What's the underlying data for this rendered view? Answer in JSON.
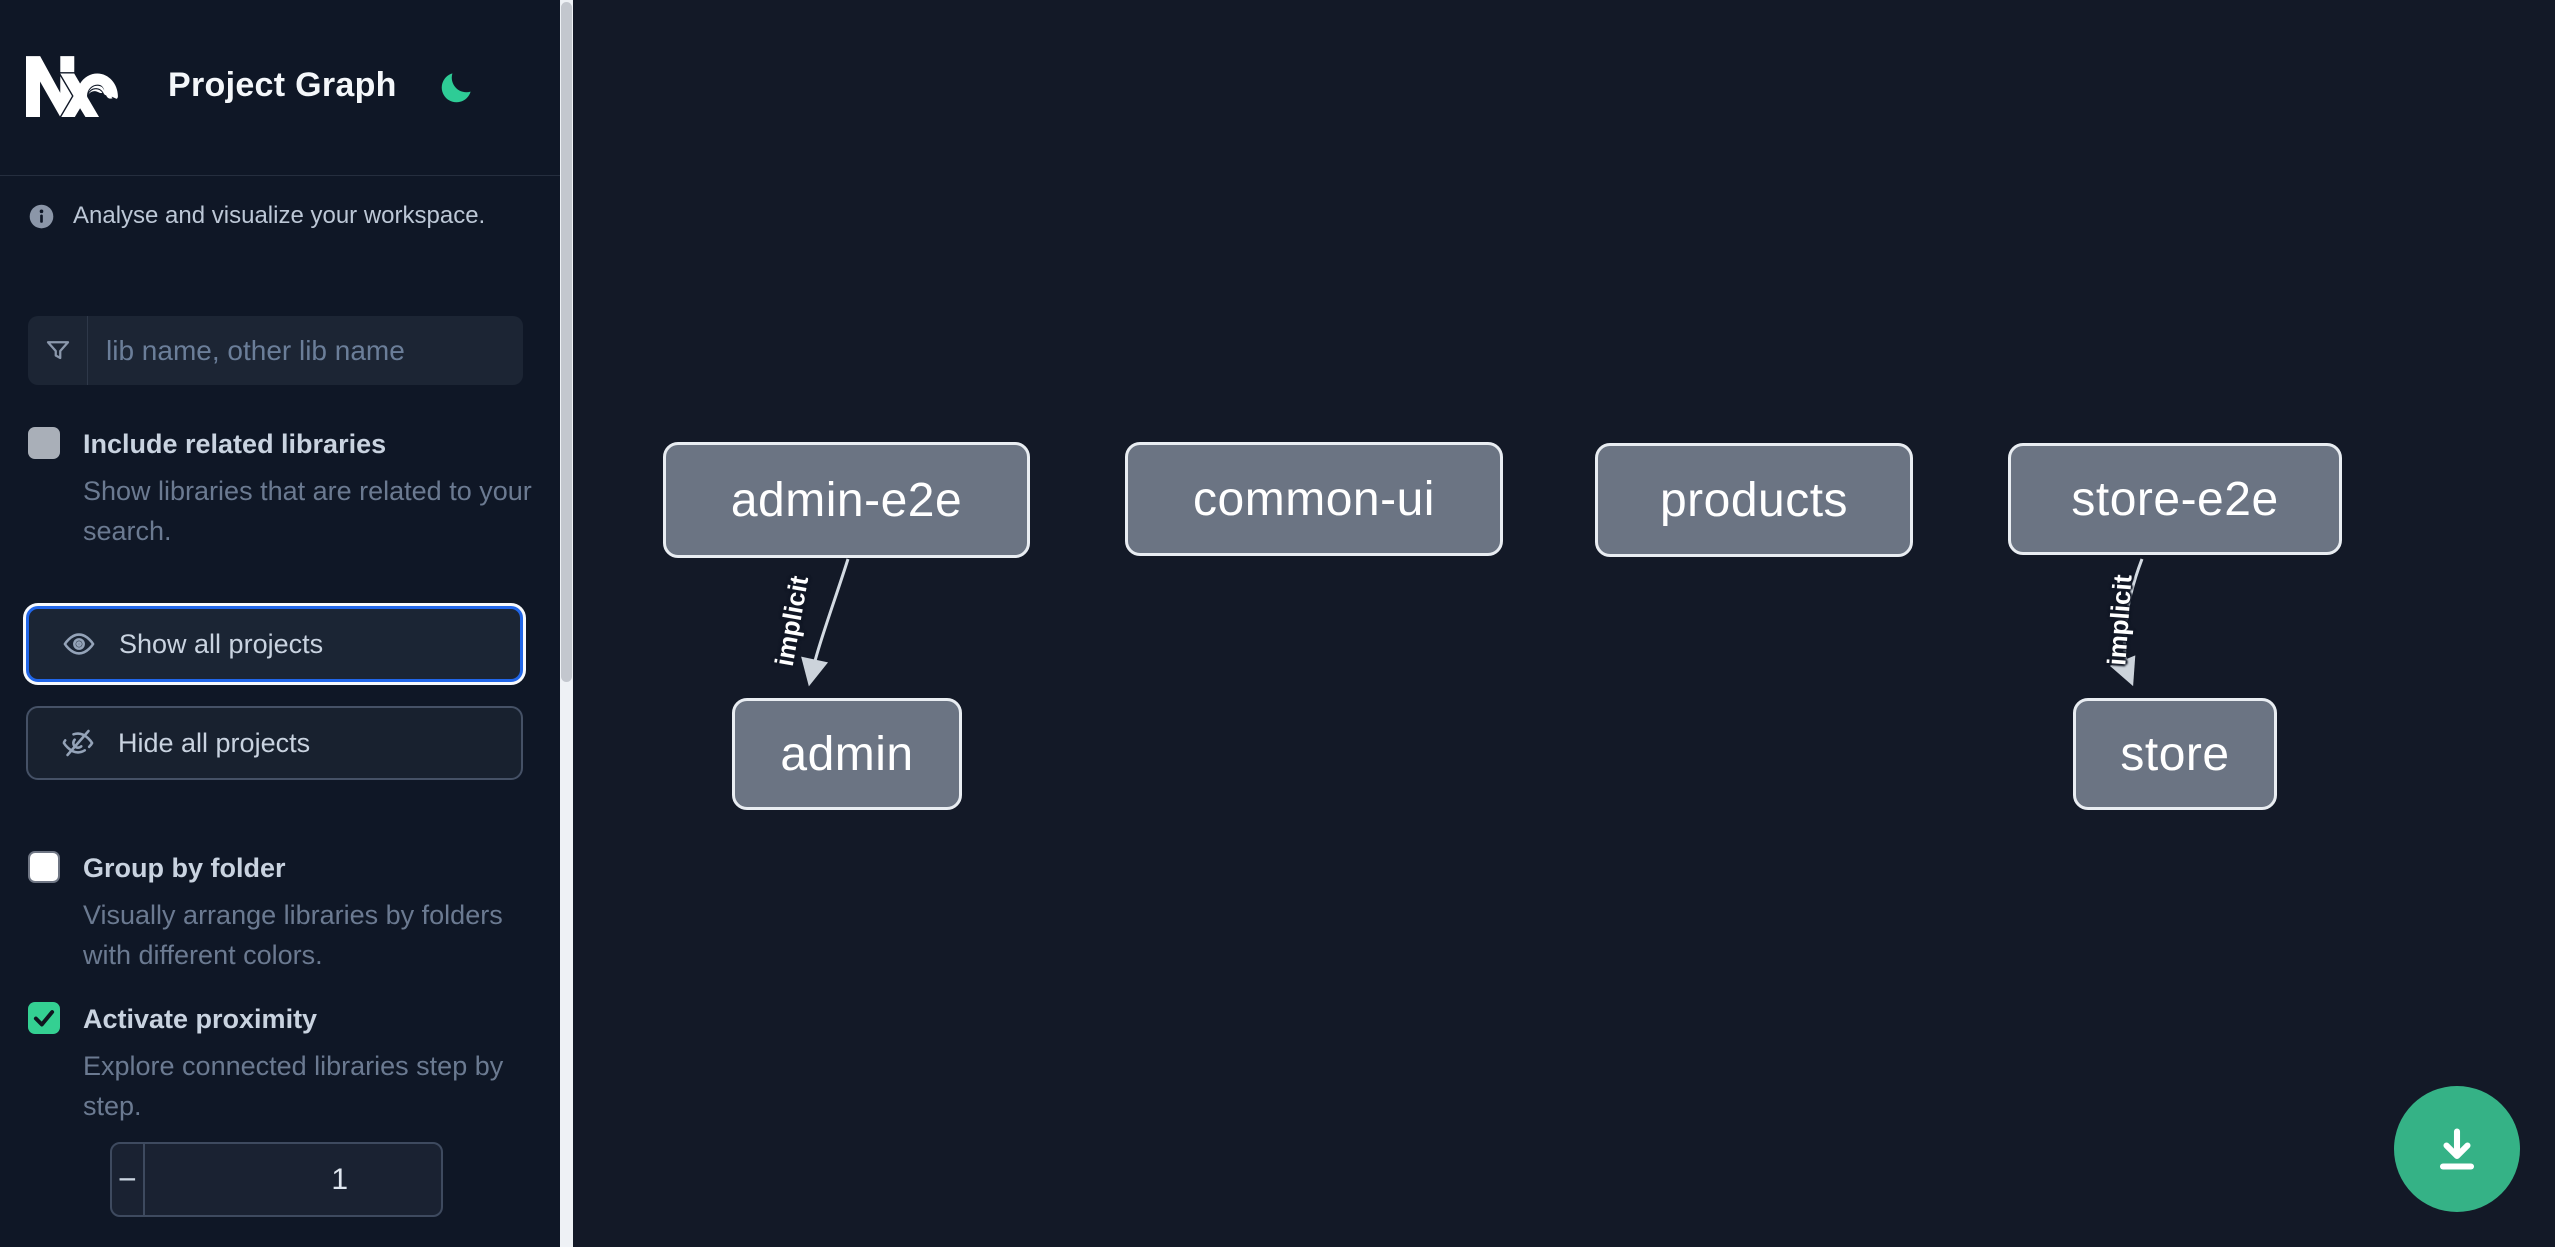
{
  "header": {
    "title": "Project Graph"
  },
  "sidebar": {
    "info_text": "Analyse and visualize your workspace.",
    "search_placeholder": "lib name, other lib name",
    "toggles": [
      {
        "label": "Include related libraries",
        "description": "Show libraries that are related to your search.",
        "checked": false
      },
      {
        "label": "Group by folder",
        "description": "Visually arrange libraries by folders with different colors.",
        "checked": false
      },
      {
        "label": "Activate proximity",
        "description": "Explore connected libraries step by step.",
        "checked": true
      }
    ],
    "buttons": [
      {
        "label": "Show all projects",
        "focused": true
      },
      {
        "label": "Hide all projects",
        "focused": false
      }
    ],
    "stepper": {
      "decrement_label": "−",
      "value": "1",
      "increment_label": "+"
    }
  },
  "graph": {
    "nodes": [
      {
        "id": "admin-e2e",
        "label": "admin-e2e"
      },
      {
        "id": "common-ui",
        "label": "common-ui"
      },
      {
        "id": "products",
        "label": "products"
      },
      {
        "id": "store-e2e",
        "label": "store-e2e"
      },
      {
        "id": "admin",
        "label": "admin"
      },
      {
        "id": "store",
        "label": "store"
      }
    ],
    "edges": [
      {
        "from": "admin-e2e",
        "to": "admin",
        "label": "implicit"
      },
      {
        "from": "store-e2e",
        "to": "store",
        "label": "implicit"
      }
    ]
  },
  "fab": {
    "icon": "download-icon"
  },
  "colors": {
    "sidebar_bg": "#0f1726",
    "canvas_bg": "#131927",
    "accent_green": "#2ecc96",
    "checkbox_green": "#34d092",
    "fab_green": "#35b286",
    "focus_blue": "#2166e8",
    "node_fill": "#6b7483",
    "node_border": "#e9edf2"
  }
}
